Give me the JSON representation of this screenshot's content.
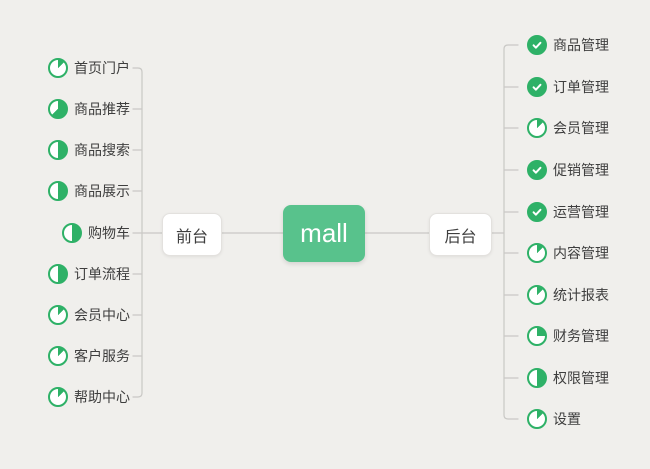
{
  "diagram": {
    "type": "mindmap",
    "root": {
      "label": "mall"
    }
  },
  "branches": {
    "front": {
      "label": "前台",
      "items": [
        {
          "label": "首页门户",
          "progress": 0.125
        },
        {
          "label": "商品推荐",
          "progress": 0.625
        },
        {
          "label": "商品搜索",
          "progress": 0.5
        },
        {
          "label": "商品展示",
          "progress": 0.5
        },
        {
          "label": "购物车",
          "progress": 0.5
        },
        {
          "label": "订单流程",
          "progress": 0.5
        },
        {
          "label": "会员中心",
          "progress": 0.125
        },
        {
          "label": "客户服务",
          "progress": 0.125
        },
        {
          "label": "帮助中心",
          "progress": 0.125
        }
      ]
    },
    "back": {
      "label": "后台",
      "items": [
        {
          "label": "商品管理",
          "progress": "done"
        },
        {
          "label": "订单管理",
          "progress": "done"
        },
        {
          "label": "会员管理",
          "progress": 0.125
        },
        {
          "label": "促销管理",
          "progress": "done"
        },
        {
          "label": "运营管理",
          "progress": "done"
        },
        {
          "label": "内容管理",
          "progress": 0.125
        },
        {
          "label": "统计报表",
          "progress": 0.125
        },
        {
          "label": "财务管理",
          "progress": 0.25
        },
        {
          "label": "权限管理",
          "progress": 0.5
        },
        {
          "label": "设置",
          "progress": 0.125
        }
      ]
    }
  },
  "colors": {
    "background": "#f0efec",
    "root_green": "#58c28c",
    "icon_green": "#2eb167",
    "line_gray": "#c9c8c5",
    "text": "#3e3e3e"
  }
}
